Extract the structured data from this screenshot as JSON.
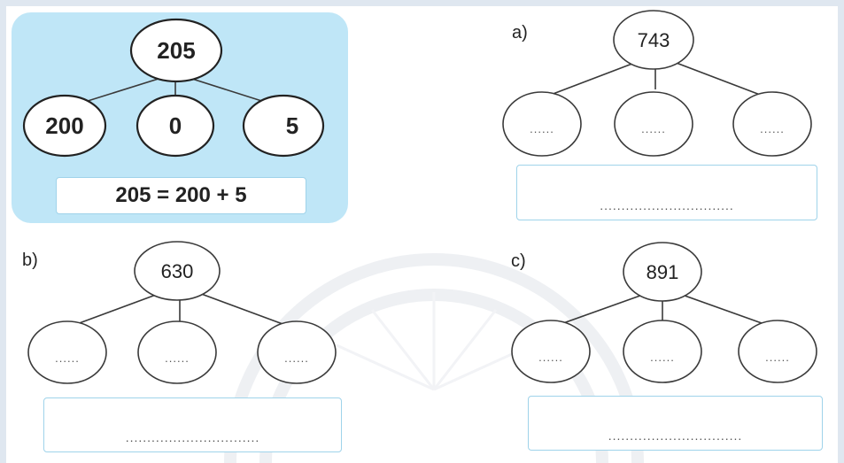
{
  "example": {
    "root": "205",
    "children": [
      "200",
      "0",
      "5"
    ],
    "equation": "205 = 200 + 5"
  },
  "questions": [
    {
      "label": "a)",
      "root": "743",
      "children": [
        "......",
        "......",
        "......"
      ],
      "answer": "..............................."
    },
    {
      "label": "b)",
      "root": "630",
      "children": [
        "......",
        "......",
        "......"
      ],
      "answer": "..............................."
    },
    {
      "label": "c)",
      "root": "891",
      "children": [
        "......",
        "......",
        "......"
      ],
      "answer": "..............................."
    }
  ],
  "colors": {
    "panel": "#bfe6f7",
    "box_border": "#9fd3ea",
    "frame": "#dfe7f0"
  }
}
